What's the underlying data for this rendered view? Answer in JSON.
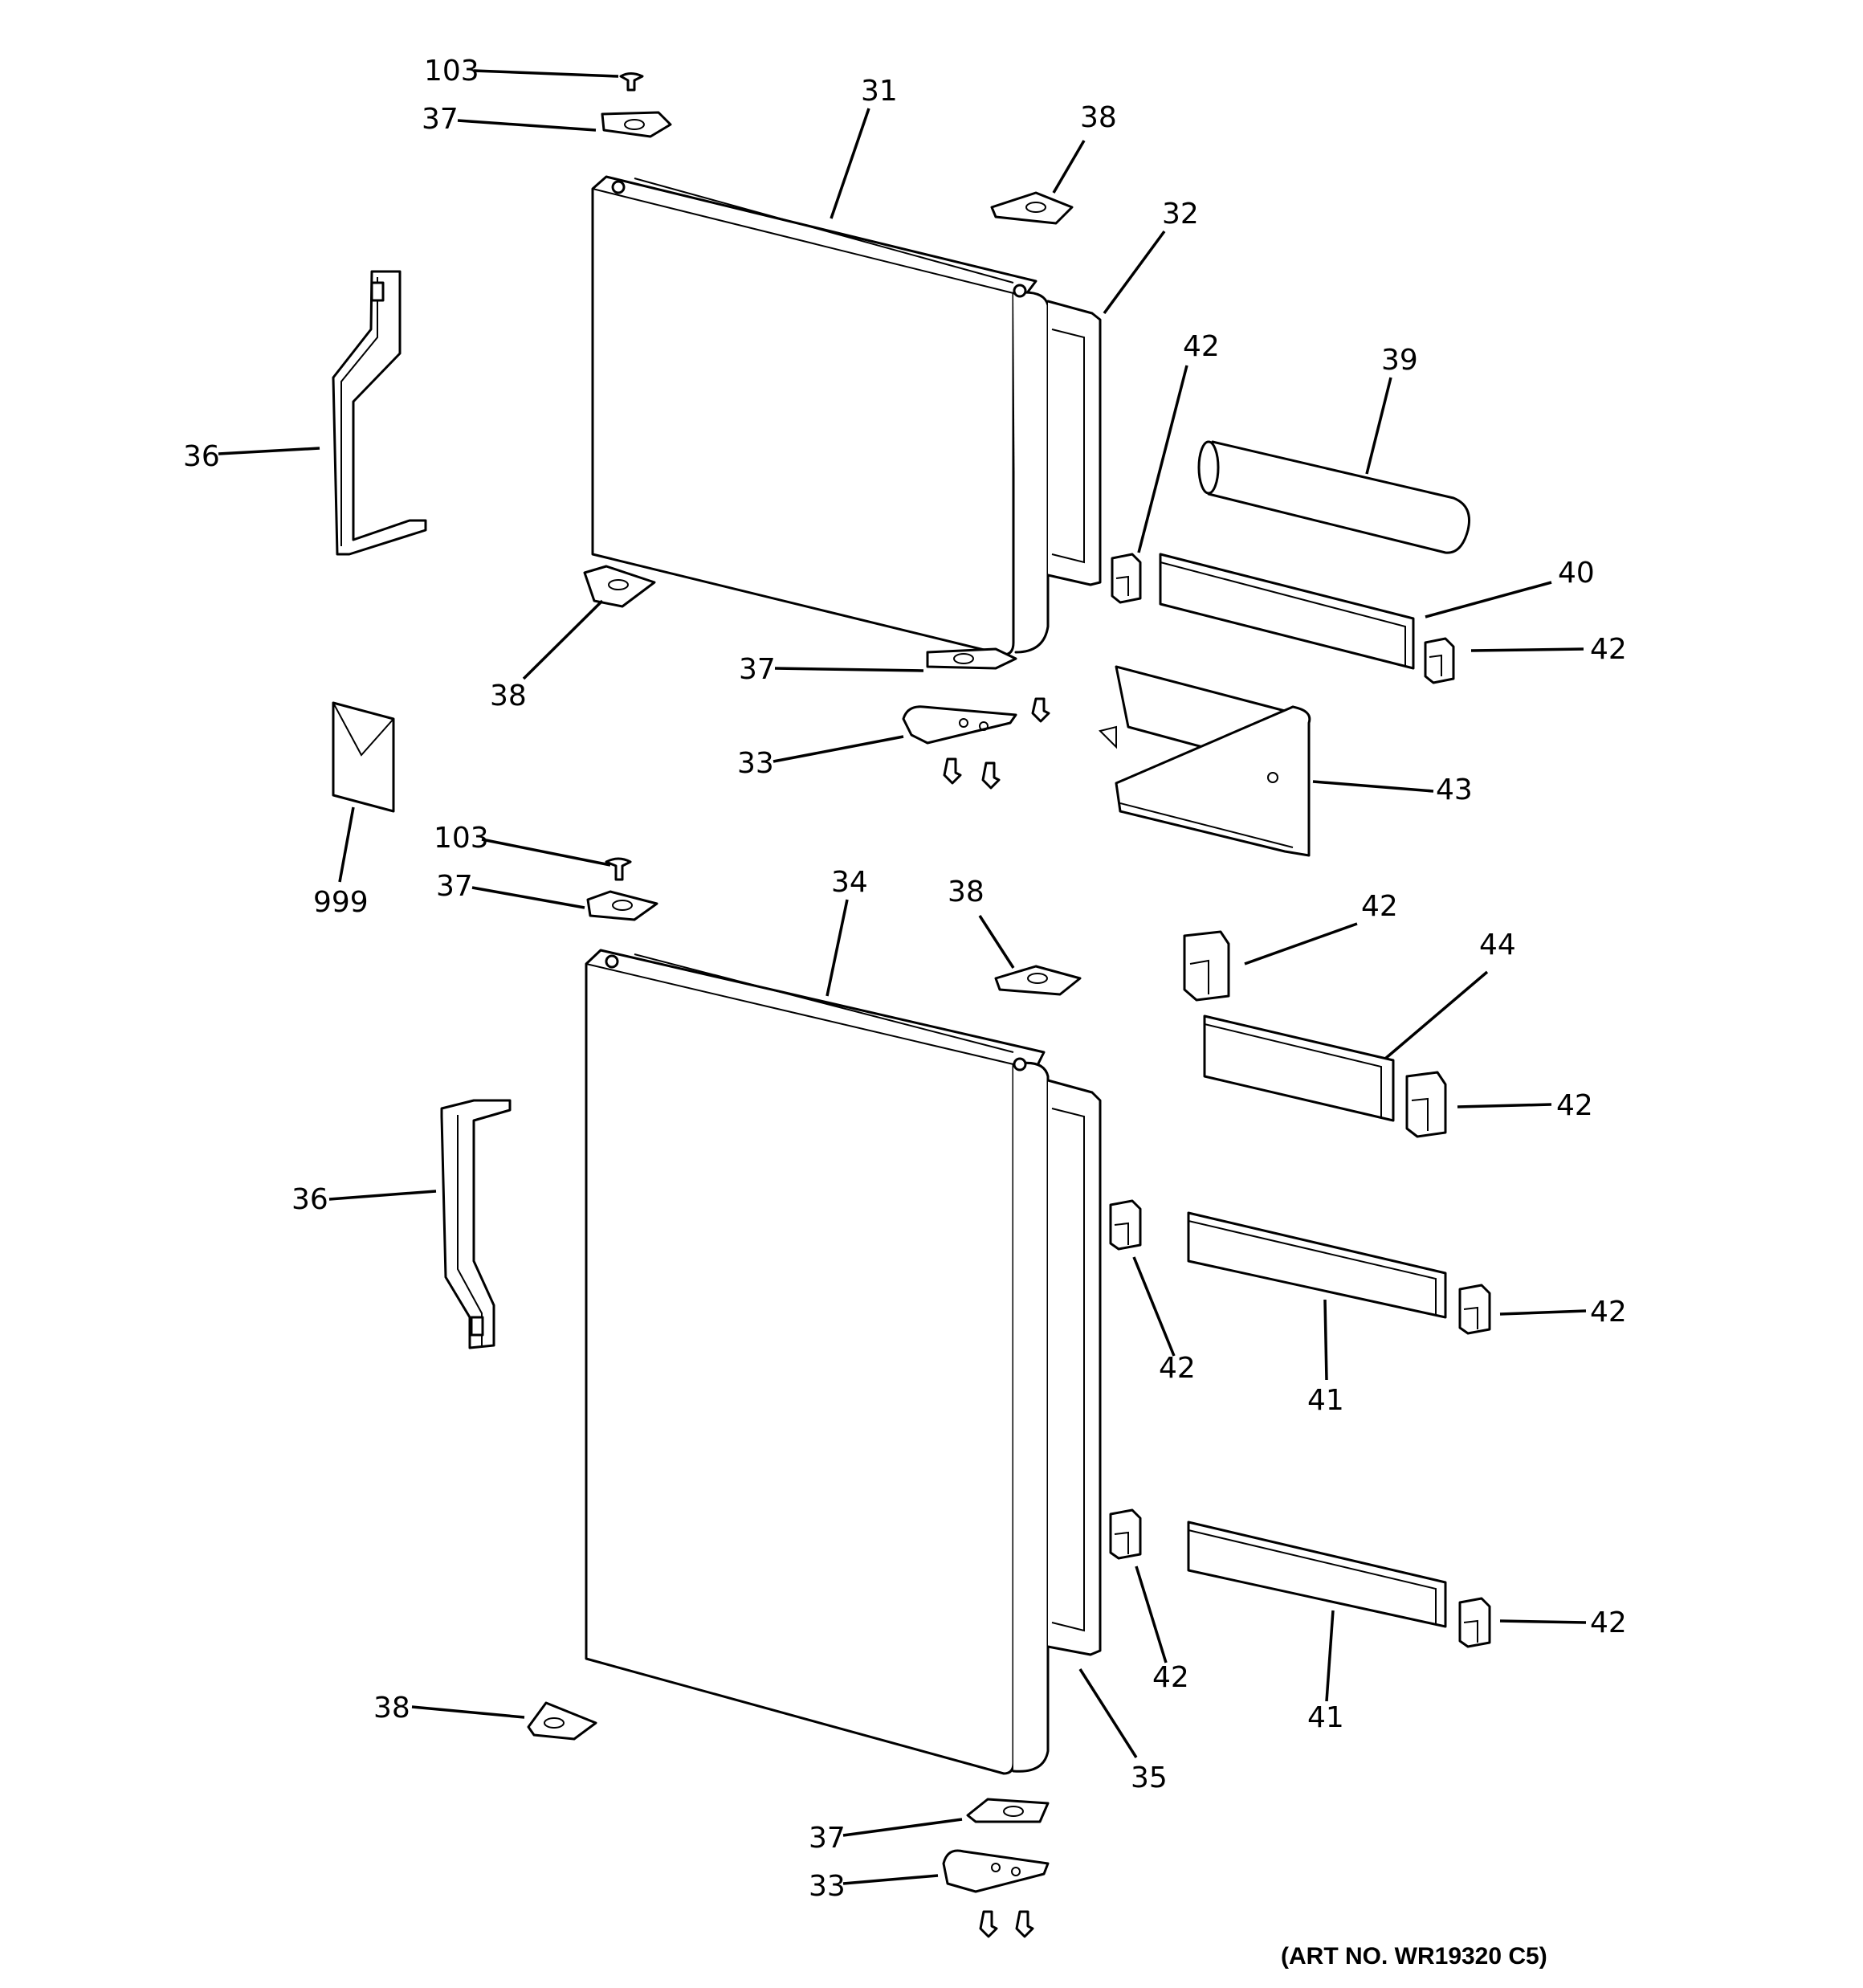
{
  "callouts": {
    "c103a": "103",
    "c37a": "37",
    "c31": "31",
    "c38a": "38",
    "c32": "32",
    "c36a": "36",
    "c42a": "42",
    "c39": "39",
    "c40": "40",
    "c42b": "42",
    "c38b": "38",
    "c37b": "37",
    "c33a": "33",
    "c43": "43",
    "c999": "999",
    "c103b": "103",
    "c37c": "37",
    "c34": "34",
    "c38c": "38",
    "c42c": "42",
    "c44": "44",
    "c42d": "42",
    "c36b": "36",
    "c42e": "42",
    "c42f": "42",
    "c41a": "41",
    "c42g": "42",
    "c42h": "42",
    "c41b": "41",
    "c38d": "38",
    "c35": "35",
    "c37d": "37",
    "c33b": "33"
  },
  "art_number": "(ART NO. WR19320 C5)"
}
